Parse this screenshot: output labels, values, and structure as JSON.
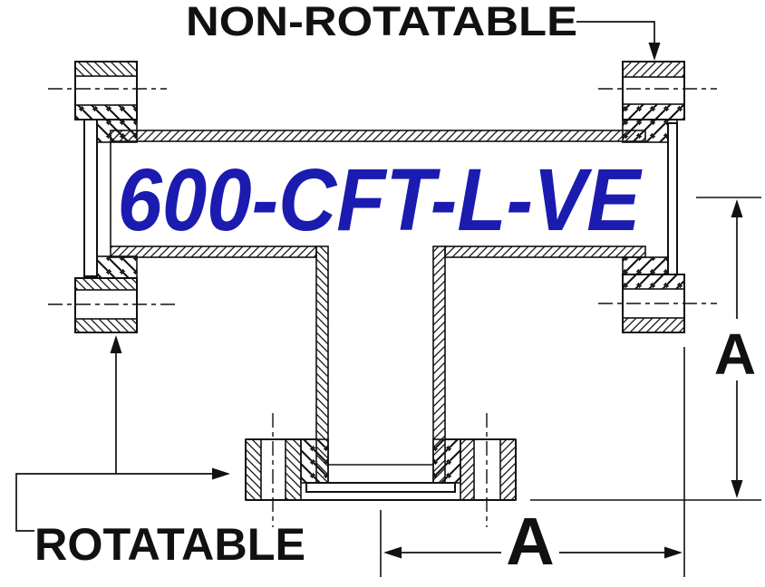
{
  "drawing": {
    "part_number": "600-CFT-L-VE",
    "labels": {
      "non_rotatable": "NON-ROTATABLE",
      "rotatable": "ROTATABLE"
    },
    "dimensions": {
      "vertical": "A",
      "horizontal": "A"
    },
    "colors": {
      "part_number_blue": "#1b1bb0",
      "line_black": "#111111",
      "background": "#ffffff"
    }
  }
}
